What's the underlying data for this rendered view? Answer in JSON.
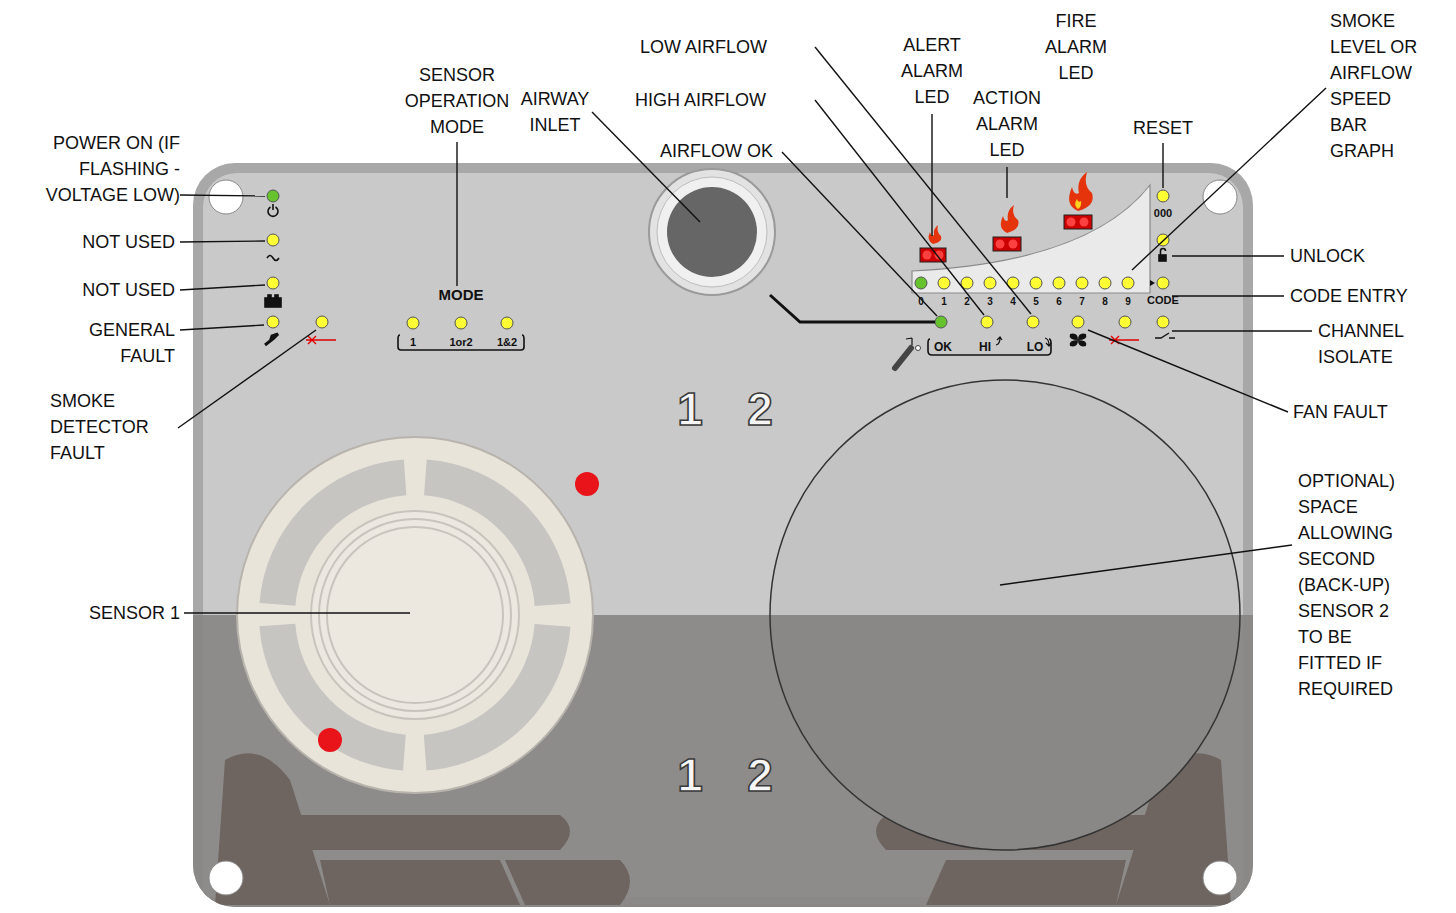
{
  "diagram": {
    "labels": [
      "POWER ON (IF FLASHING - VOLTAGE LOW)",
      "NOT USED",
      "NOT USED",
      "GENERAL FAULT",
      "SMOKE DETECTOR FAULT",
      "SENSOR OPERATION MODE",
      "AIRWAY INLET",
      "LOW AIRFLOW",
      "HIGH AIRFLOW",
      "AIRFLOW OK",
      "ALERT ALARM LED",
      "ACTION ALARM LED",
      "FIRE ALARM LED",
      "RESET",
      "SMOKE LEVEL OR AIRFLOW SPEED BAR GRAPH",
      "UNLOCK",
      "CODE ENTRY",
      "CHANNEL ISOLATE",
      "FAN FAULT",
      "SENSOR 1",
      "OPTIONAL) SPACE ALLOWING SECOND (BACK-UP) SENSOR 2 TO BE FITTED IF REQUIRED",
      "MODE",
      "1",
      "1or2",
      "1&2",
      "0",
      "1",
      "2",
      "3",
      "4",
      "5",
      "6",
      "7",
      "8",
      "9",
      "OK",
      "HI",
      "LO",
      "000",
      "CODE",
      "1",
      "2",
      "1",
      "2"
    ]
  }
}
